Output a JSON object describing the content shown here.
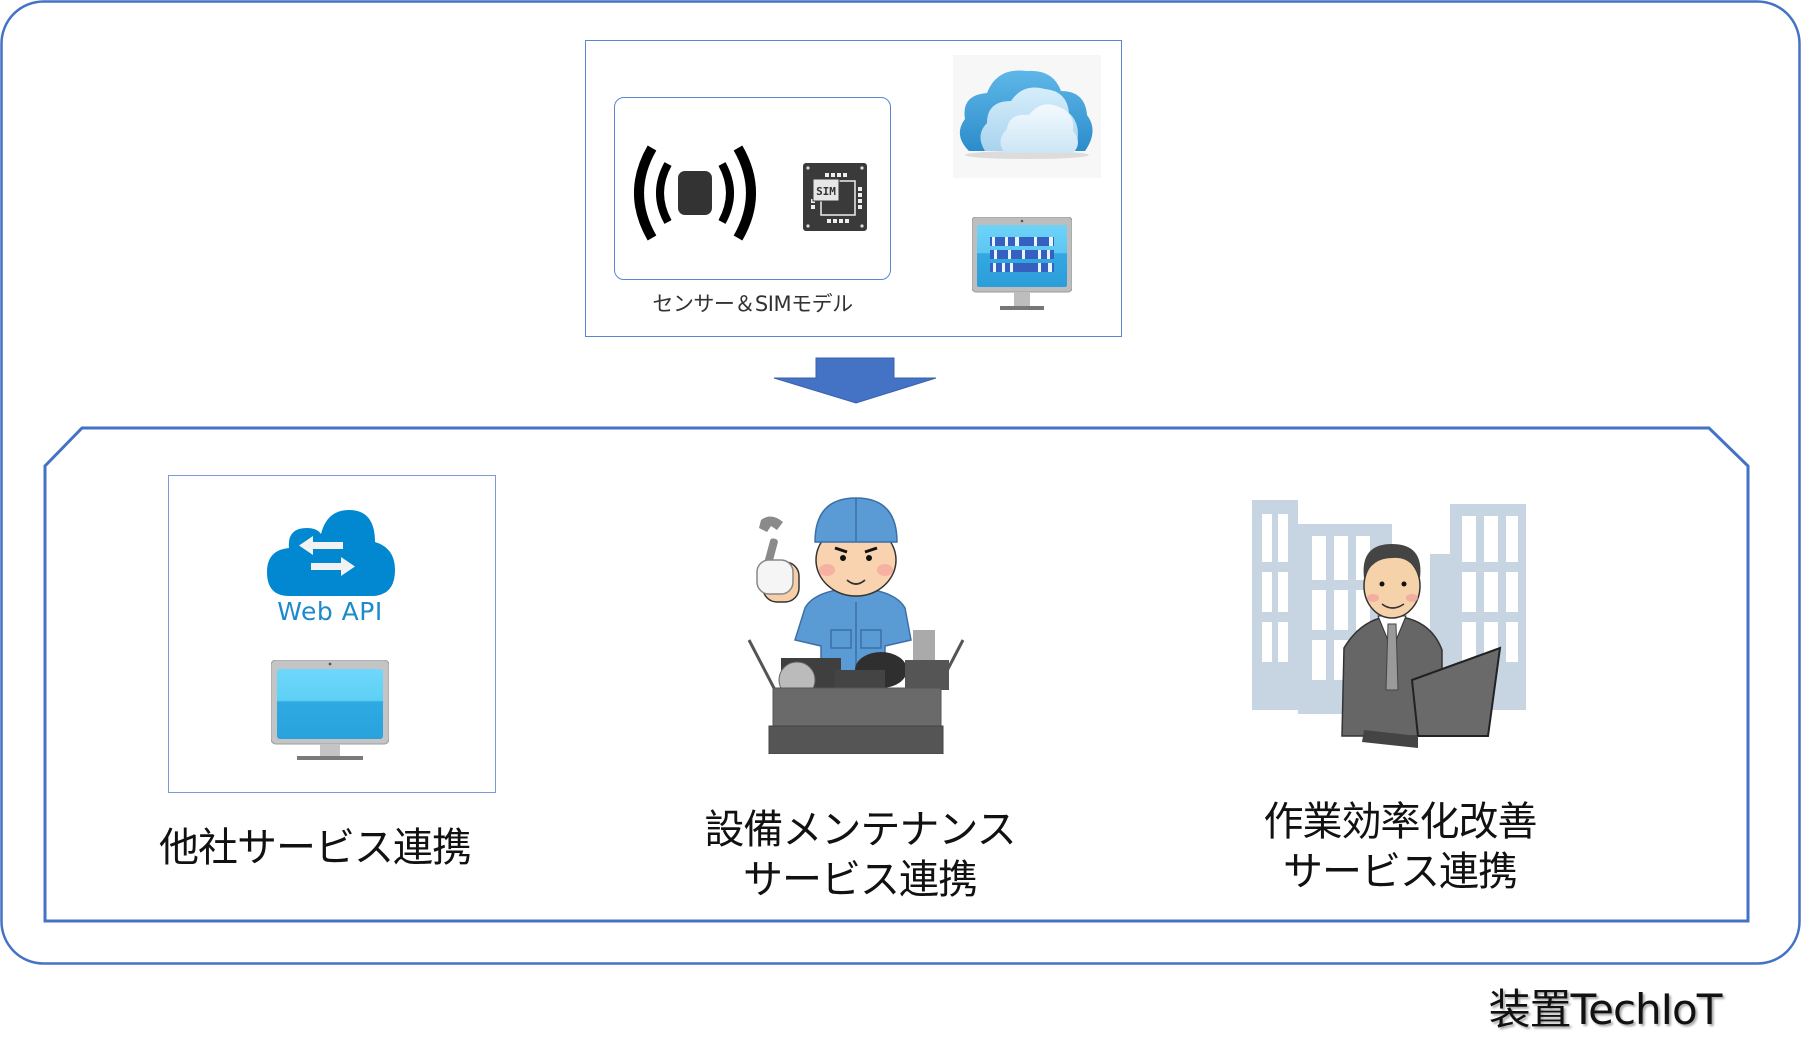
{
  "diagram": {
    "brand_label": "装置TechIoT",
    "colors": {
      "frame": "#4472C4",
      "arrow": "#4472C4",
      "cloud_api": "#0288D1"
    },
    "source_panel": {
      "sensor_group_label": "センサー＆SIMモデル",
      "sim_chip_text": "SIM",
      "icons": [
        "wireless-sensor-icon",
        "sim-chip-icon",
        "cloud-icon",
        "monitor-dashboard-icon"
      ]
    },
    "flow_arrow": "down-arrow-icon",
    "services": [
      {
        "label_lines": [
          "他社サービス連携"
        ],
        "icon_text": "Web API",
        "icons": [
          "web-api-cloud-icon",
          "monitor-icon"
        ]
      },
      {
        "label_lines": [
          "設備メンテナンス",
          "サービス連携"
        ],
        "icons": [
          "maintenance-worker-illustration"
        ]
      },
      {
        "label_lines": [
          "作業効率化改善",
          "サービス連携"
        ],
        "icons": [
          "office-worker-laptop-illustration"
        ]
      }
    ]
  }
}
